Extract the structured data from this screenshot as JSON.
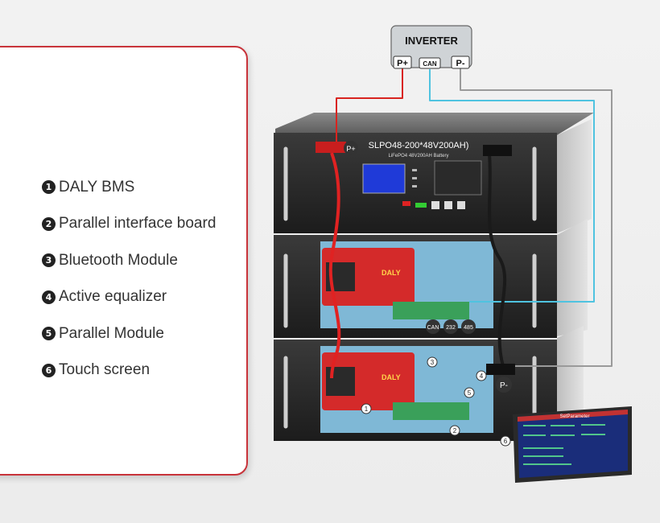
{
  "legend": {
    "items": [
      {
        "num": "1",
        "label": "DALY BMS"
      },
      {
        "num": "2",
        "label": "Parallel interface board"
      },
      {
        "num": "3",
        "label": "Bluetooth Module"
      },
      {
        "num": "4",
        "label": "Active equalizer"
      },
      {
        "num": "5",
        "label": "Parallel Module"
      },
      {
        "num": "6",
        "label": "Touch screen"
      }
    ]
  },
  "inverter": {
    "title": "INVERTER",
    "terminals": {
      "positive": "P+",
      "can": "CAN",
      "negative": "P-"
    }
  },
  "battery": {
    "model": "SLPO48-200*48V200AH)",
    "subtitle": "LiFePO4 48V200AH Battery",
    "positive_label": "P+",
    "negative_label": "P-",
    "ports": {
      "can": "CAN",
      "rs232": "232",
      "rs485": "485"
    },
    "bms_brand": "DALY"
  },
  "callouts": [
    "1",
    "2",
    "3",
    "4",
    "5",
    "6"
  ],
  "touch_screen": {
    "title": "SetParameter"
  },
  "colors": {
    "accent_red": "#c8333a",
    "cable_red": "#d8241f",
    "cable_cyan": "#4fc3e0",
    "cable_grey": "#9a9a9a"
  }
}
